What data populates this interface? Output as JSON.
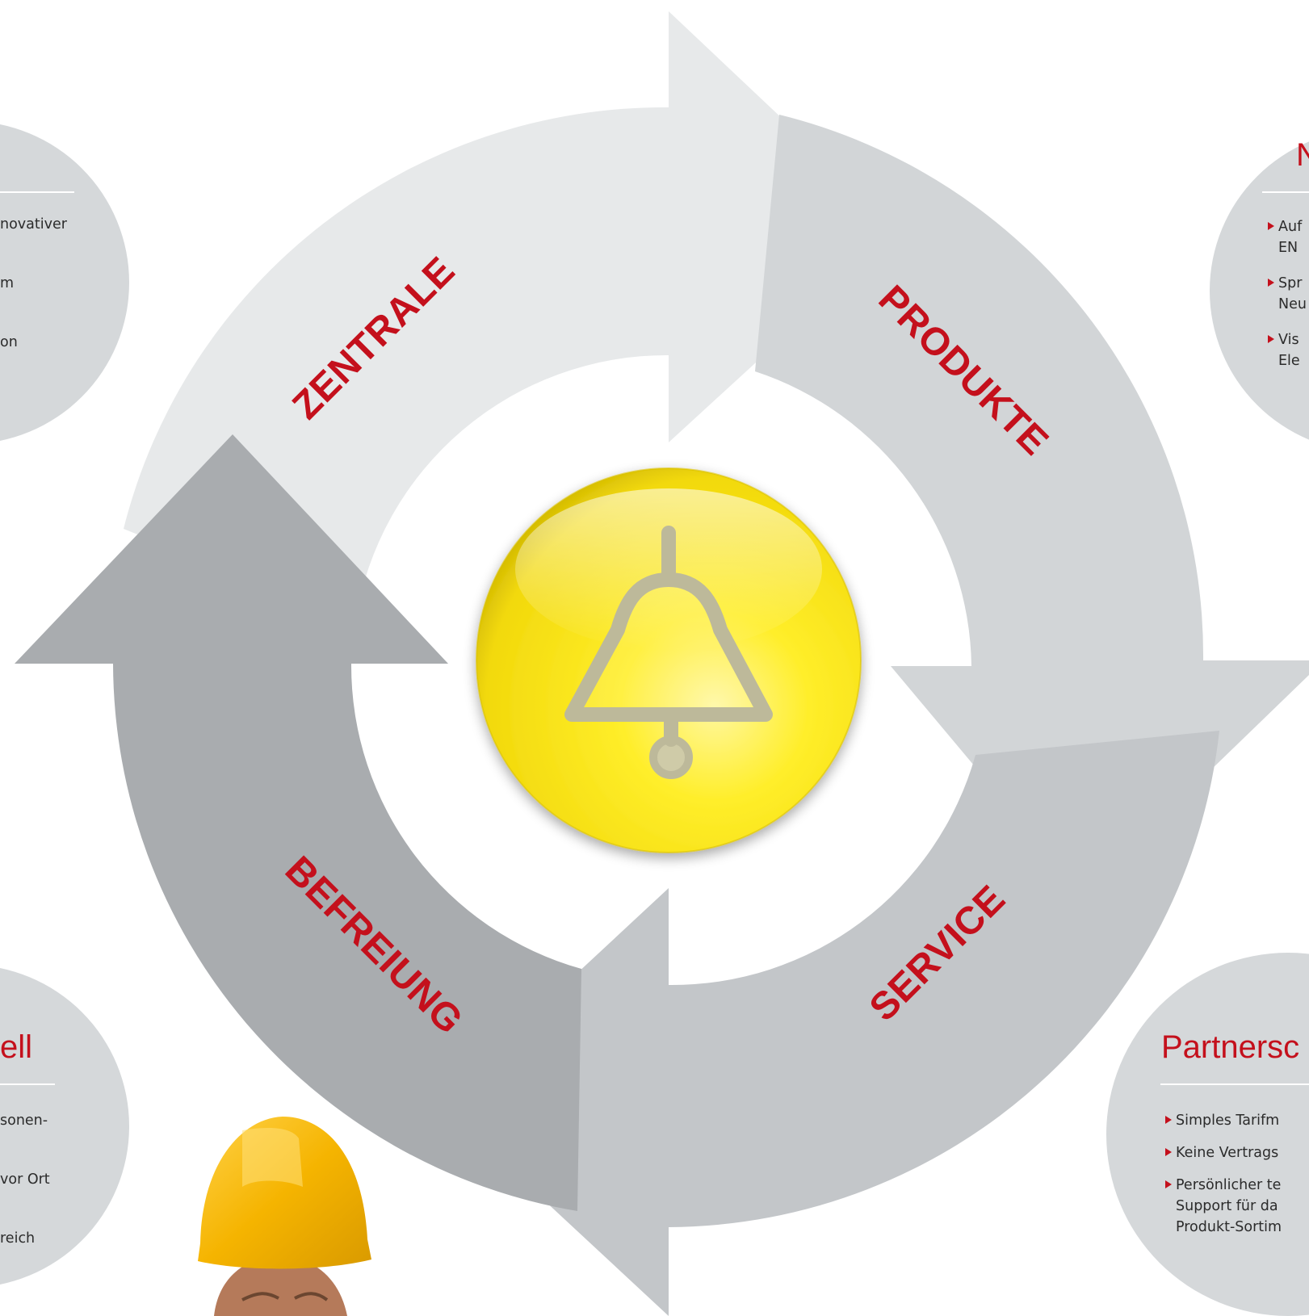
{
  "cycle": {
    "labels": {
      "zentrale": "ZENTRALE",
      "produkte": "PRODUKTE",
      "service": "SERVICE",
      "befreiung": "BEFREIUNG"
    },
    "center_icon": "bell-icon",
    "colors": {
      "arrow_top": "#e7e9ea",
      "arrow_right": "#d2d5d7",
      "arrow_bottom": "#c3c6c9",
      "arrow_left": "#a9acaf",
      "label": "#c4101c",
      "button": "#ffe81a"
    }
  },
  "info_top_left": {
    "title": "",
    "lines": [
      "novativer",
      "m",
      "on"
    ]
  },
  "info_top_right": {
    "title": "N",
    "bullets": [
      [
        "Auf",
        "EN"
      ],
      [
        "Spr",
        "Neu"
      ],
      [
        "Vis",
        "Ele"
      ]
    ]
  },
  "info_bottom_left": {
    "title": "ell",
    "lines": [
      "sonen-",
      "vor Ort",
      "reich"
    ]
  },
  "info_bottom_right": {
    "title": "Partnersc",
    "bullets": [
      [
        "Simples Tarifm"
      ],
      [
        "Keine Vertrags"
      ],
      [
        "Persönlicher te",
        "Support für da",
        "Produkt-Sortim"
      ]
    ]
  },
  "worker_photo": "construction-worker-hard-hat"
}
